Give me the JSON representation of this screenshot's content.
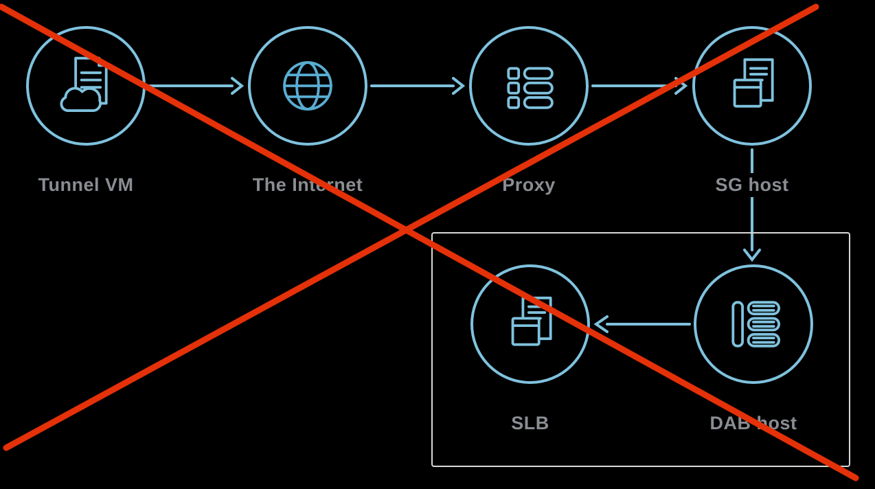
{
  "diagram": {
    "description": "network traffic flow diagram crossed out with a red X",
    "colors": {
      "bg": "#000000",
      "accent": "#7FC2DE",
      "accent2": "#59ADD2",
      "label": "#8A8D92",
      "red": "#E43109",
      "box": "#D9D9D9"
    },
    "nodes": [
      {
        "id": "tunnel-vm",
        "label": "Tunnel VM",
        "icon": "cloud-document-icon"
      },
      {
        "id": "the-internet",
        "label": "The Internet",
        "icon": "globe-icon"
      },
      {
        "id": "proxy",
        "label": "Proxy",
        "icon": "list-icon"
      },
      {
        "id": "sg-host",
        "label": "SG host",
        "icon": "document-window-icon"
      },
      {
        "id": "slb",
        "label": "SLB",
        "icon": "document-window-icon"
      },
      {
        "id": "dab-host",
        "label": "DAB host",
        "icon": "server-stack-icon"
      }
    ],
    "connections": [
      {
        "from": "tunnel-vm",
        "to": "the-internet"
      },
      {
        "from": "the-internet",
        "to": "proxy"
      },
      {
        "from": "proxy",
        "to": "sg-host"
      },
      {
        "from": "sg-host",
        "to": "dab-host"
      },
      {
        "from": "dab-host",
        "to": "slb"
      }
    ],
    "annotations": {
      "crossed_out": true
    }
  }
}
